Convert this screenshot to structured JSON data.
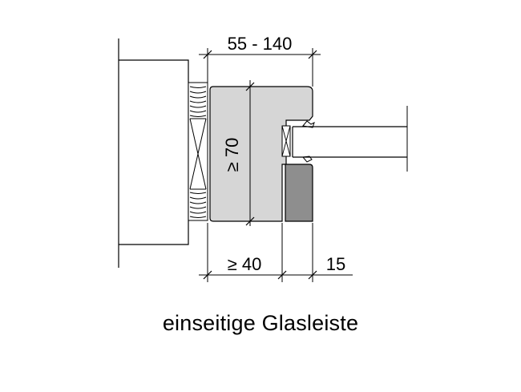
{
  "dimensions": {
    "top_width": "55 - 140",
    "frame_depth": "≥ 70",
    "bottom_left": "≥ 40",
    "bottom_right": "15"
  },
  "caption": "einseitige Glasleiste",
  "colors": {
    "frame_fill": "#d6d6d6",
    "glazing_bead_fill": "#8e8e8e",
    "line": "#000000",
    "insulation_stroke": "#000000"
  }
}
